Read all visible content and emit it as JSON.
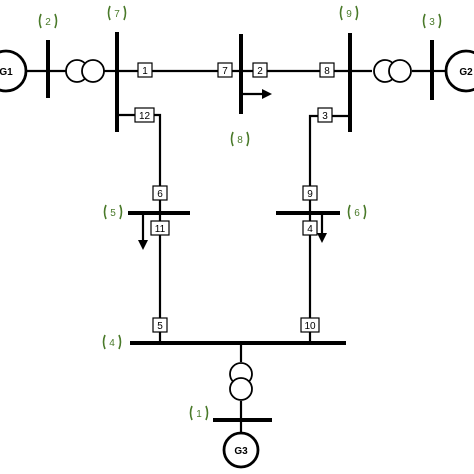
{
  "colors": {
    "line": "#000000",
    "bus_label": "#4a7a2a"
  },
  "generators": {
    "g1": "G1",
    "g2": "G2",
    "g3": "G3"
  },
  "buses": {
    "b1": "1",
    "b2": "2",
    "b3": "3",
    "b4": "4",
    "b5": "5",
    "b6": "6",
    "b7": "7",
    "b8": "8",
    "b9": "9"
  },
  "branches": {
    "n1": "1",
    "n2": "2",
    "n3": "3",
    "n4": "4",
    "n5": "5",
    "n6": "6",
    "n7": "7",
    "n8": "8",
    "n9": "9",
    "n10": "10",
    "n11": "11",
    "n12": "12"
  }
}
